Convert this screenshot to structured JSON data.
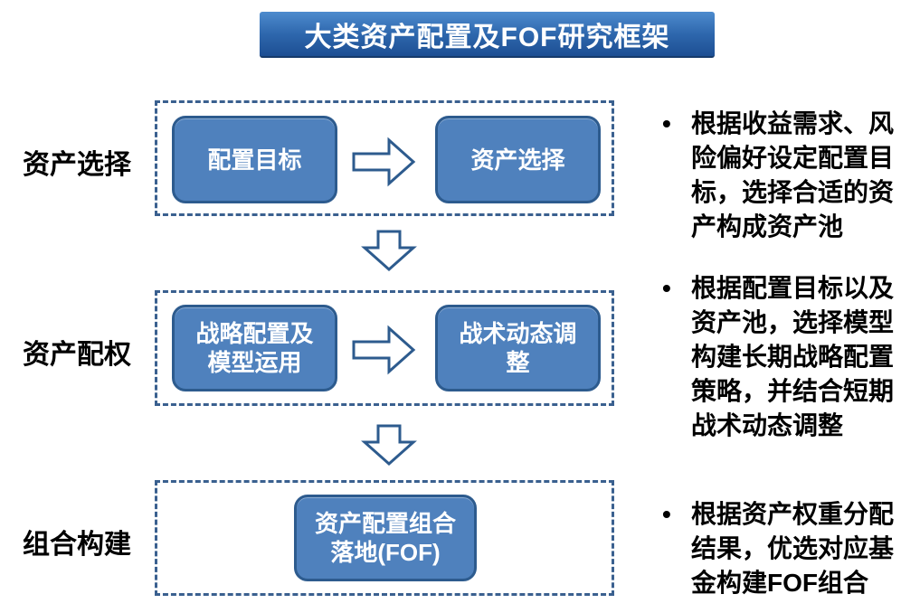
{
  "title": "大类资产配置及FOF研究框架",
  "bullet_marker": "•",
  "rows": [
    {
      "label": "资产选择",
      "box_left": "配置目标",
      "box_right": "资产选择",
      "bullet": "根据收益需求、风险偏好设定配置目标，选择合适的资产构成资产池"
    },
    {
      "label": "资产配权",
      "box_left": "战略配置及\n模型运用",
      "box_right": "战术动态调\n整",
      "bullet": "根据配置目标以及资产池，选择模型构建长期战略配置策略，并结合短期战术动态调整"
    },
    {
      "label": "组合构建",
      "box_center": "资产配置组合\n落地(FOF)",
      "bullet": "根据资产权重分配结果，优选对应基金构建FOF组合"
    }
  ],
  "colors": {
    "title_gradient_top": "#4d8bce",
    "title_gradient_bottom": "#1d4f93",
    "node_fill": "#4f81bd",
    "node_border": "#2d5b8e",
    "dashed_border": "#3a608f",
    "arrow_outline": "#2d5b8e",
    "text_dark": "#000000",
    "text_light": "#ffffff"
  }
}
